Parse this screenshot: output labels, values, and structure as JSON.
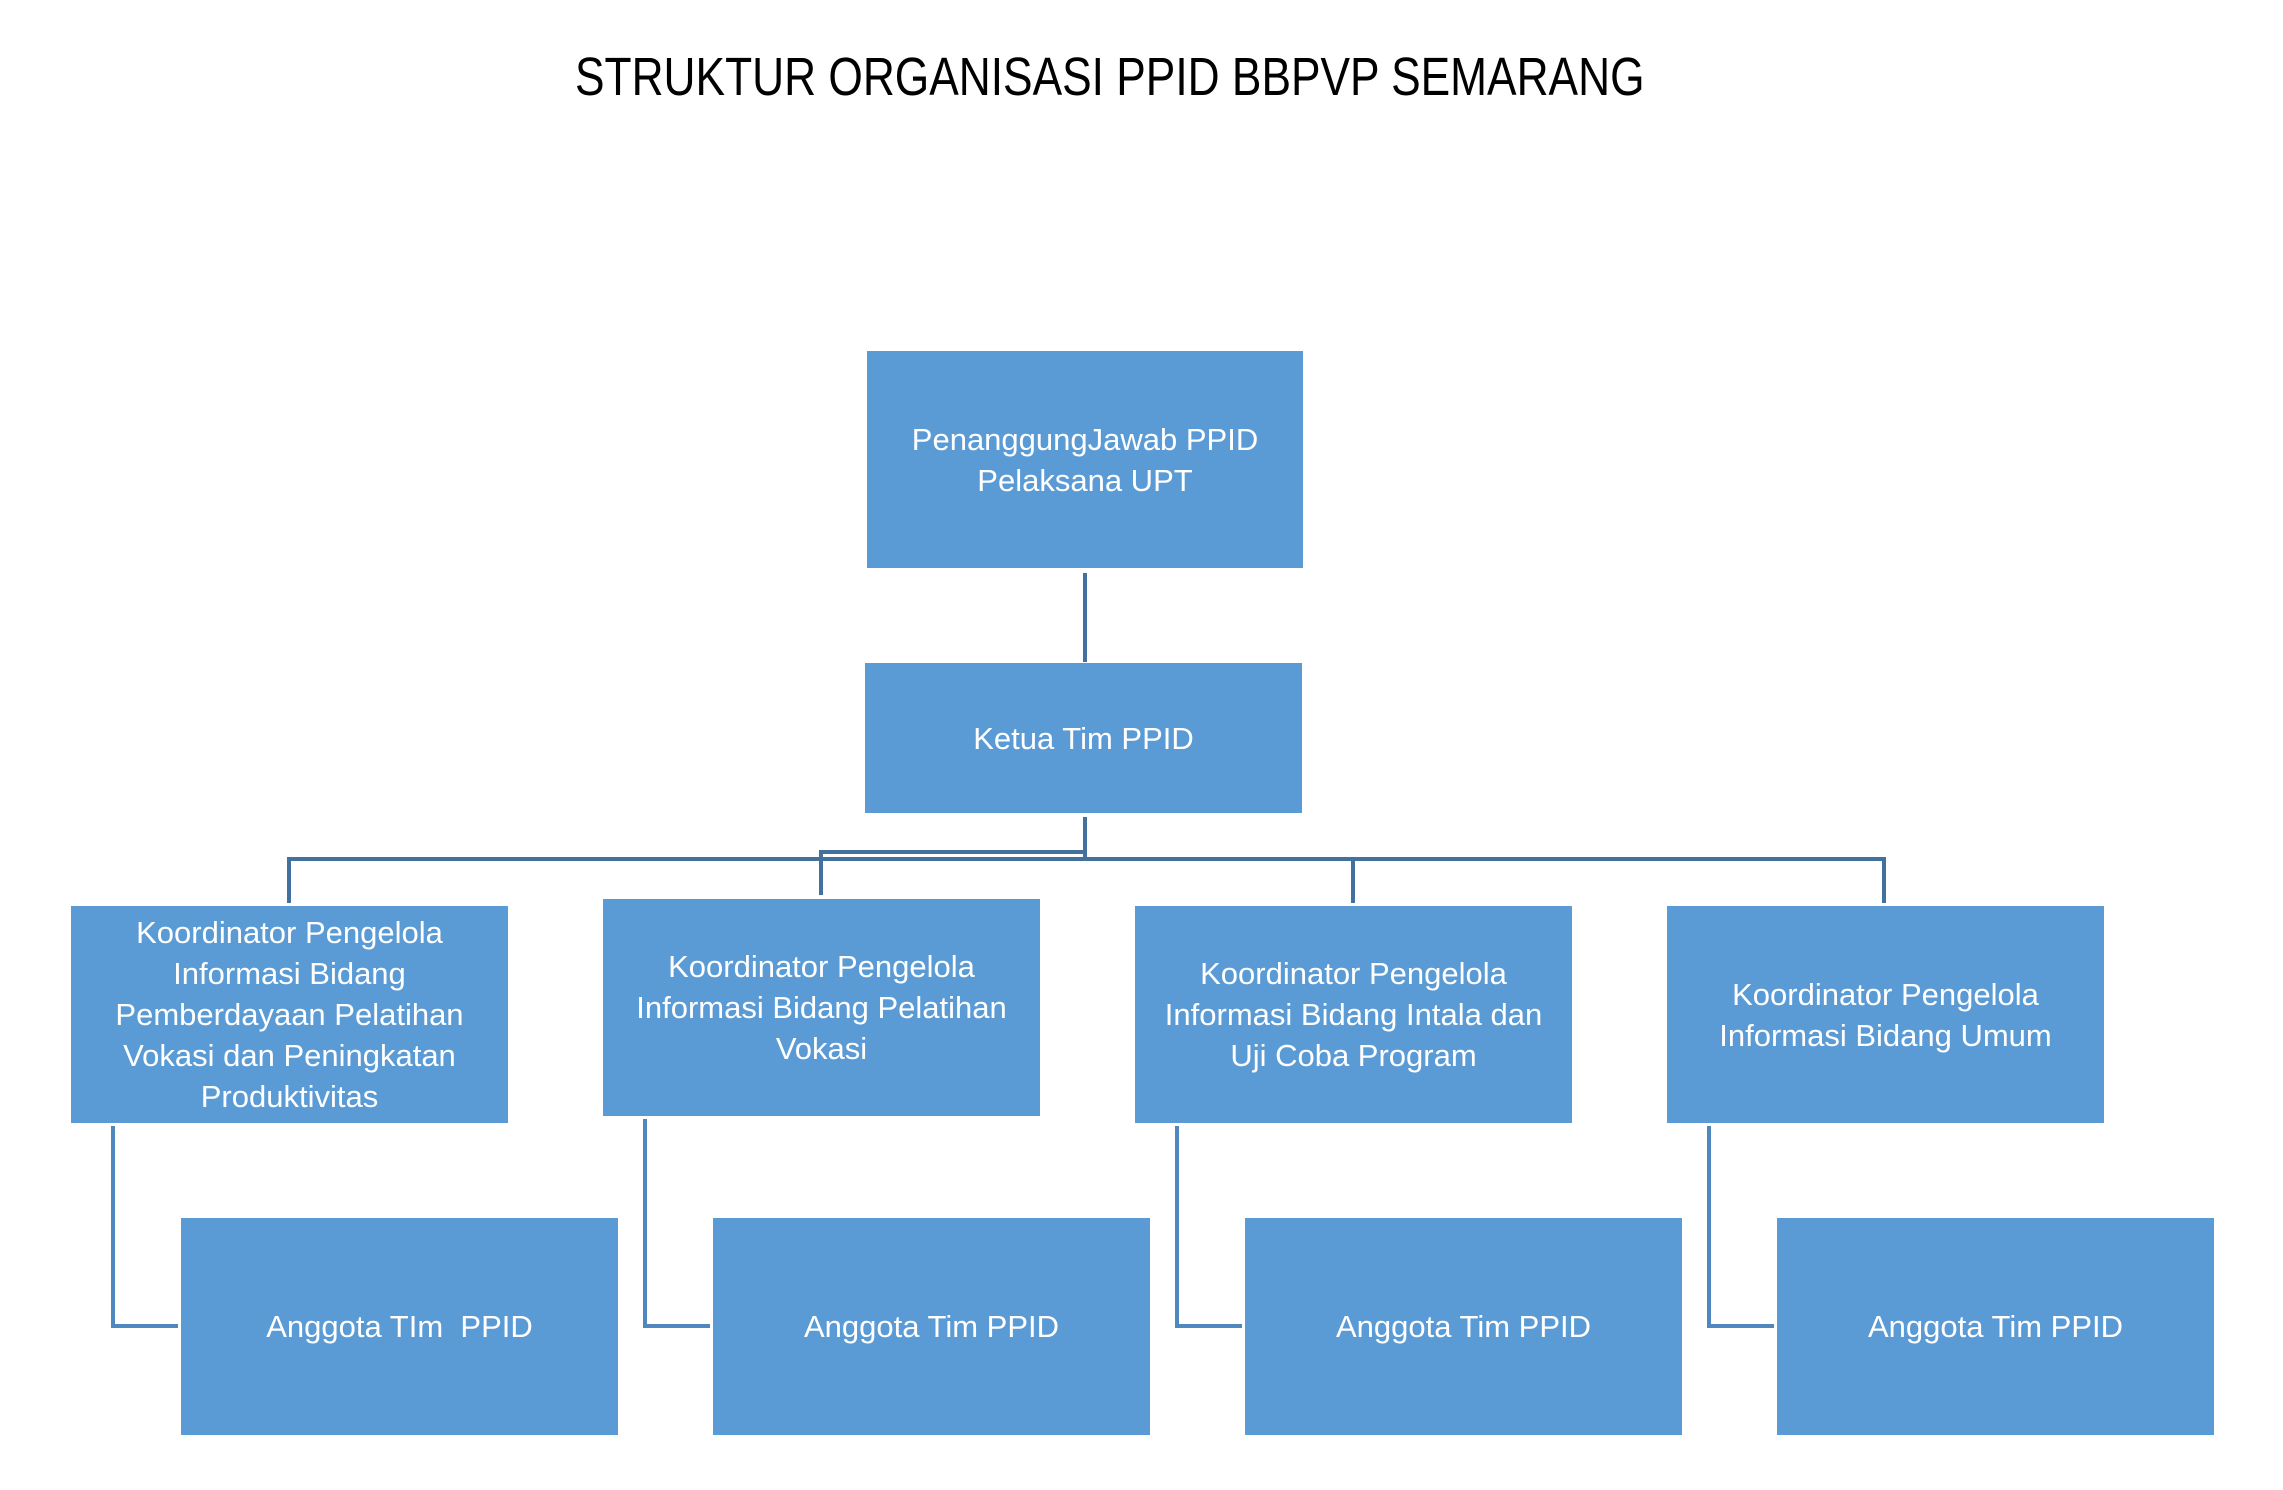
{
  "title": "STRUKTUR ORGANISASI PPID BBPVP SEMARANG",
  "colors": {
    "box_fill": "#5b9bd5",
    "box_text": "#ffffff",
    "connector": "#41719c",
    "title_text": "#000000"
  },
  "nodes": {
    "penanggung_jawab": "PenanggungJawab PPID\nPelaksana UPT",
    "ketua": "Ketua Tim PPID",
    "koordinators": [
      "Koordinator Pengelola\nInformasi Bidang\nPemberdayaan Pelatihan\nVokasi dan Peningkatan\nProduktivitas",
      "Koordinator Pengelola\nInformasi Bidang Pelatihan\nVokasi",
      "Koordinator Pengelola\nInformasi Bidang Intala dan\nUji Coba Program",
      "Koordinator Pengelola\nInformasi Bidang Umum"
    ],
    "anggota": [
      "Anggota TIm  PPID",
      "Anggota Tim PPID",
      "Anggota Tim PPID",
      "Anggota Tim PPID"
    ]
  },
  "hierarchy": [
    {
      "from": "penanggung_jawab",
      "to": "ketua"
    },
    {
      "from": "ketua",
      "to": "koordinators.0"
    },
    {
      "from": "ketua",
      "to": "koordinators.1"
    },
    {
      "from": "ketua",
      "to": "koordinators.2"
    },
    {
      "from": "ketua",
      "to": "koordinators.3"
    },
    {
      "from": "koordinators.0",
      "to": "anggota.0"
    },
    {
      "from": "koordinators.1",
      "to": "anggota.1"
    },
    {
      "from": "koordinators.2",
      "to": "anggota.2"
    },
    {
      "from": "koordinators.3",
      "to": "anggota.3"
    }
  ]
}
